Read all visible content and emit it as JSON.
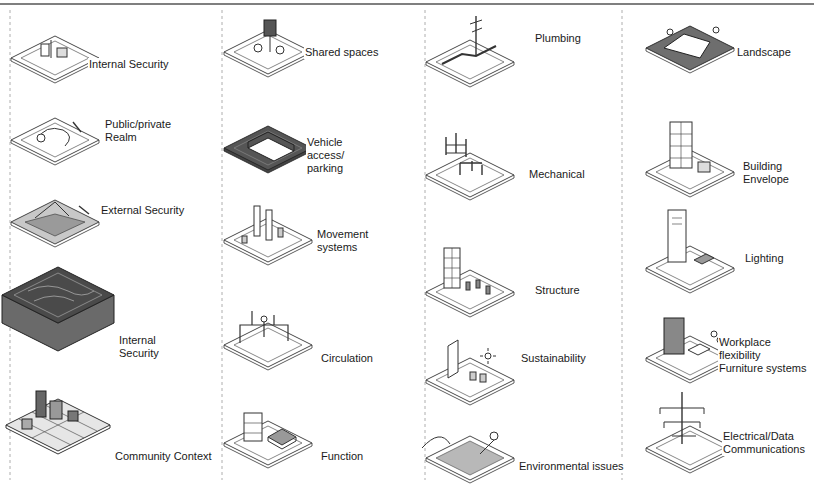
{
  "diagram": {
    "labels": [
      "Internal Security",
      "Public/private Realm",
      "External Security",
      "Internal Security",
      "Community Context",
      "Shared spaces",
      "Vehicle access/ parking",
      "Movement systems",
      "Circulation",
      "Function",
      "Plumbing",
      "Mechanical",
      "Structure",
      "Sustainability",
      "Environmental issues",
      "Landscape",
      "Building Envelope",
      "Lighting",
      "Workplace flexibility Furniture systems",
      "Electrical/Data Communications"
    ]
  }
}
